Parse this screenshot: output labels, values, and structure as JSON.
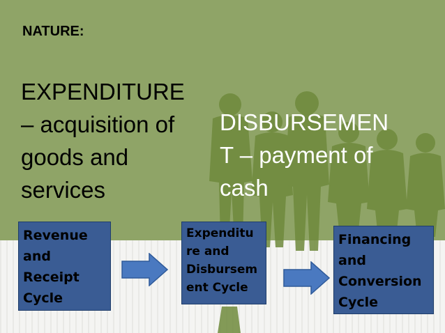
{
  "slide": {
    "heading": "NATURE:",
    "left_lines": [
      "EXPENDITURE",
      "– acquisition of",
      "goods and",
      "services"
    ],
    "right_lines": [
      "DISBURSEMEN",
      "T – payment of",
      "cash"
    ]
  },
  "cycles": [
    {
      "lines": [
        "Revenue",
        "and",
        "Receipt",
        "Cycle"
      ]
    },
    {
      "lines": [
        "Expenditu",
        "re and",
        "Disbursem",
        "ent Cycle"
      ]
    },
    {
      "lines": [
        "Financing",
        "and",
        "Conversion",
        "Cycle"
      ]
    }
  ],
  "colors": {
    "background_green": "#8fa467",
    "box_blue": "#3a5c94",
    "arrow_blue": "#4a79c0"
  }
}
